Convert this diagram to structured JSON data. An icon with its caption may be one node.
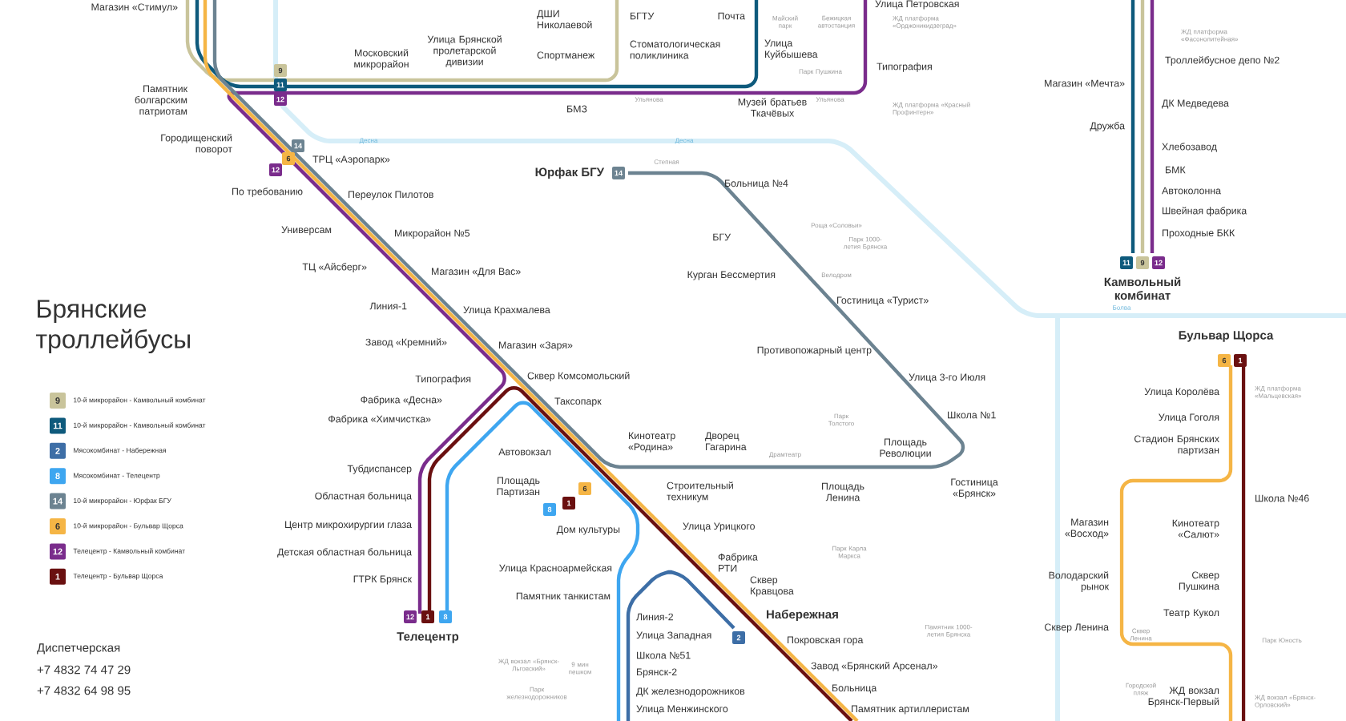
{
  "diagram": {
    "title": "Брянские троллейбусы",
    "labels": [
      "Магазин «Стимул»",
      "Московский микрорайон",
      "Улица Брянской пролетарской дивизии",
      "ДШИ Николаевой",
      "Спортманеж",
      "БГТУ",
      "Стоматологическая поликлиника",
      "Почта",
      "Улица Куйбышева",
      "Улица Петровская",
      "Майский парк",
      "Бежицкая автостанция",
      "Парк Пушкина",
      "Типография",
      "ЖД платформа «Орджоникидзеград»",
      "ЖД платформа «Красный Профинтерн»",
      "БМЗ",
      "Ульянова",
      "Музей братьев Ткачёвых",
      "Ульянова",
      "ЖД платформа «Фасонолитейная»",
      "Троллейбусное депо №2",
      "Магазин «Мечта»",
      "ДК Медведева",
      "Дружба",
      "Хлебозавод",
      "БМК",
      "Автоколонна",
      "Швейная фабрика",
      "Проходные БКК",
      "11",
      "9",
      "12",
      "Камвольный комбинат",
      "Памятник болгарским патриотам",
      "9",
      "11",
      "12",
      "Городищенский поворот",
      "14",
      "6",
      "12",
      "ТРЦ «Аэропарк»",
      "Десна",
      "Десна",
      "Юрфак БГУ",
      "14",
      "Степная",
      "Больница №4",
      "По требованию",
      "Переулок Пилотов",
      "Роща «Соловьи»",
      "Парк 1000-летия Брянска",
      "БГУ",
      "Универсам",
      "Микрорайон №5",
      "ТЦ «Айсберг»",
      "Магазин «Для Вас»",
      "Курган Бессмертия",
      "Велодром",
      "Гостиница «Турист»",
      "Линия-1",
      "Улица Крахмалева",
      "Болва",
      "Завод «Кремний»",
      "Магазин «Заря»",
      "Противопожарный центр",
      "Бульвар Щорса",
      "6",
      "1",
      "Типография",
      "Сквер Комсомольский",
      "Улица 3-го Июля",
      "Улица Королёва",
      "ЖД платформа «Мальцевская»",
      "Фабрика «Десна»",
      "Таксопарк",
      "Фабрика «Химчистка»",
      "Парк Толстого",
      "Школа №1",
      "Улица Гоголя",
      "Кинотеатр «Родина»",
      "Дворец Гагарина",
      "Стадион Брянских партизан",
      "Автовокзал",
      "Драмтеатр",
      "Площадь Революции",
      "Тубдиспансер",
      "Областная больница",
      "Площадь Партизан",
      "Строительный техникум",
      "Площадь Ленина",
      "Гостиница «Брянск»",
      "Школа №46",
      "8",
      "1",
      "6",
      "Центр микрохирургии глаза",
      "Дом культуры",
      "Улица Урицкого",
      "Магазин «Восход»",
      "Кинотеатр «Салют»",
      "Детская областная больница",
      "Парк Карла Маркса",
      "Фабрика РТИ",
      "Улица Красноармейская",
      "ГТРК Брянск",
      "Сквер Кравцова",
      "Володарский рынок",
      "Сквер Пушкина",
      "Памятник танкистам",
      "12",
      "1",
      "8",
      "Линия-2",
      "Набережная",
      "Театр Кукол",
      "Телецентр",
      "Улица Западная",
      "2",
      "Покровская гора",
      "Памятник 1000-летия Брянска",
      "Сквер Ленина",
      "Сквер Ленина",
      "Парк Юность",
      "Диспетчерская",
      "Школа №51",
      "+7 4832 74 47 29",
      "ЖД вокзал «Брянск-Льговский»",
      "9 мин пешком",
      "Брянск-2",
      "Завод «Брянский Арсенал»",
      "+7 4832 64 98 95",
      "Парк железнодорожников",
      "ДК железнодорожников",
      "Больница",
      "Городской пляж",
      "ЖД вокзал Брянск-Первый",
      "ЖД вокзал «Брянск-Орловский»",
      "Улица Менжинского",
      "Памятник артиллеристам",
      "9",
      "11",
      "2",
      "8",
      "14",
      "6",
      "12",
      "1"
    ],
    "legend": [
      {
        "text": "10-й микрорайон - Камвольный комбинат",
        "color": "#c9c49b"
      },
      {
        "text": "10-й микрорайон - Камвольный комбинат",
        "color": "#0e5a7c"
      },
      {
        "text": "Мясокомбинат - Набережная",
        "color": "#3d6ea6"
      },
      {
        "text": "Мясокомбинат - Телецентр",
        "color": "#3ea6f0"
      },
      {
        "text": "10-й микрорайон - Юрфак БГУ",
        "color": "#6c8391"
      },
      {
        "text": "10-й микрорайон - Бульвар Щорса",
        "color": "#f5b545"
      },
      {
        "text": "Телецентр - Камвольный комбинат",
        "color": "#7a2c8c"
      },
      {
        "text": "Телецентр - Бульвар Щорса",
        "color": "#6a1010"
      }
    ]
  }
}
